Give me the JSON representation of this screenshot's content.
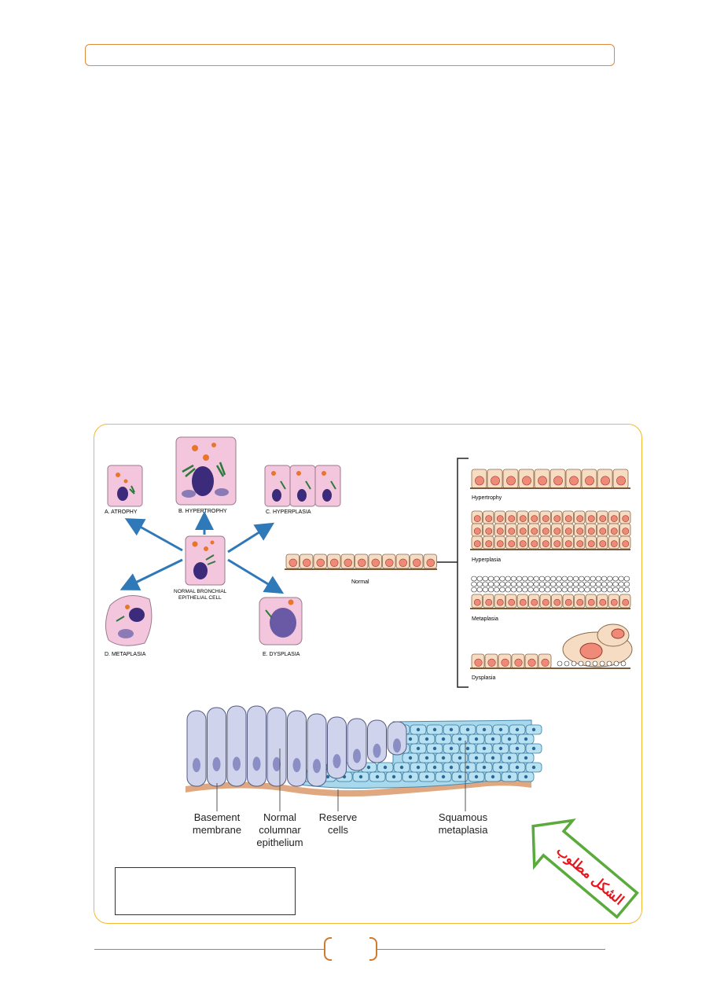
{
  "header": {
    "text": ""
  },
  "diagram_left": {
    "labels": {
      "atrophy": "A. ATROPHY",
      "hypertrophy": "B. HYPERTROPHY",
      "hyperplasia": "C. HYPERPLASIA",
      "normal_line1": "NORMAL BRONCHIAL",
      "normal_line2": "EPITHELIAL CELL",
      "metaplasia": "D. METAPLASIA",
      "dysplasia": "E. DYSPLASIA"
    }
  },
  "diagram_right": {
    "normal": "Normal",
    "hypertrophy": "Hypertrophy",
    "hyperplasia": "Hyperplasia",
    "metaplasia": "Metaplasia",
    "dysplasia": "Dysplasia"
  },
  "diagram_bottom": {
    "basement_1": "Basement",
    "basement_2": "membrane",
    "normal_1": "Normal",
    "normal_2": "columnar",
    "normal_3": "epithelium",
    "reserve_1": "Reserve",
    "reserve_2": "cells",
    "squamous_1": "Squamous",
    "squamous_2": "metaplasia"
  },
  "callout": {
    "text": "الشكل مطلوب"
  },
  "footer": {
    "page_number": ""
  },
  "colors": {
    "frame": "#f2b830",
    "header_border": "#e08a3c",
    "arrow_blue": "#2f79b8",
    "callout_green": "#5aaa3c",
    "callout_text": "#e8151b"
  }
}
